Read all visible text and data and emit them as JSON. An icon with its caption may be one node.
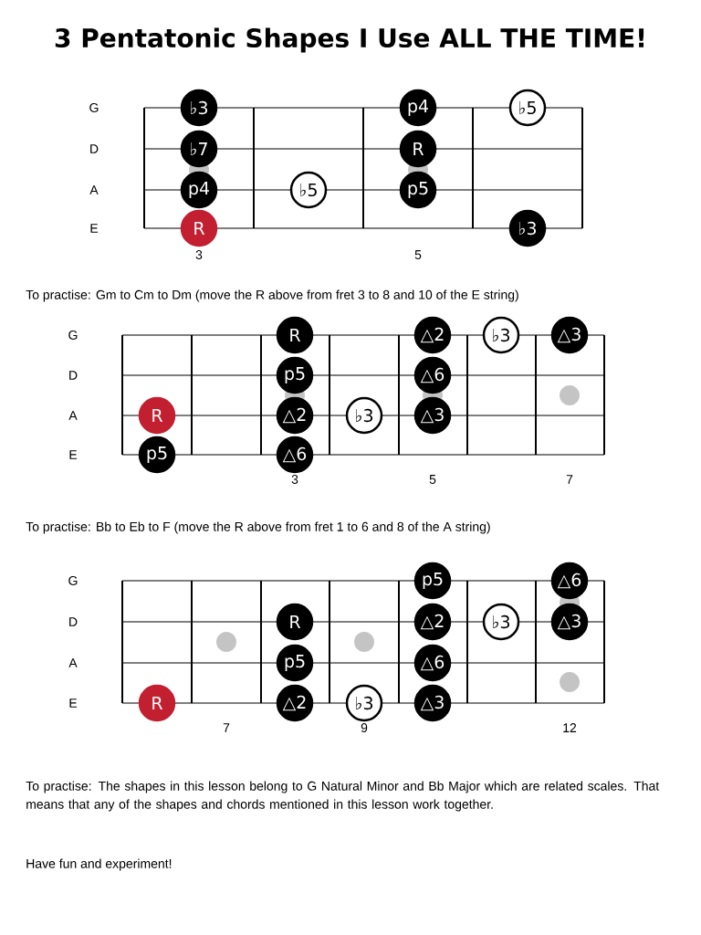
{
  "diagram": {
    "title": "3 Pentatonic Shapes I Use ALL THE TIME!",
    "nodes": [
      {
        "text": [
          "♭3"
        ]
      },
      {
        "text": [
          "p4"
        ]
      },
      {
        "text": [
          "♭5"
        ]
      },
      {
        "text": [
          "♭7"
        ]
      },
      {
        "text": [
          "R"
        ]
      },
      {
        "text": [
          "p4"
        ]
      },
      {
        "text": [
          "♭5"
        ]
      },
      {
        "text": [
          "p5"
        ]
      },
      {
        "text": [
          "R"
        ]
      },
      {
        "text": [
          "♭3"
        ]
      },
      {
        "text": [
          "R"
        ]
      },
      {
        "text": [
          "△2"
        ]
      },
      {
        "text": [
          "♭3"
        ]
      },
      {
        "text": [
          "△3"
        ]
      },
      {
        "text": [
          "p5"
        ]
      },
      {
        "text": [
          "△6"
        ]
      },
      {
        "text": [
          "R"
        ]
      },
      {
        "text": [
          "△2"
        ]
      },
      {
        "text": [
          "♭3"
        ]
      },
      {
        "text": [
          "△3"
        ]
      },
      {
        "text": [
          "p5"
        ]
      },
      {
        "text": [
          "△6"
        ]
      },
      {
        "text": [
          "p5"
        ]
      },
      {
        "text": [
          "△6"
        ]
      },
      {
        "text": [
          "R"
        ]
      },
      {
        "text": [
          "△2"
        ]
      },
      {
        "text": [
          "♭3"
        ]
      },
      {
        "text": [
          "△3"
        ]
      },
      {
        "text": [
          "p5"
        ]
      },
      {
        "text": [
          "△6"
        ]
      },
      {
        "text": [
          "R"
        ]
      },
      {
        "text": [
          "△2"
        ]
      },
      {
        "text": [
          "♭3"
        ]
      },
      {
        "text": [
          "△3"
        ]
      }
    ],
    "labels": [
      "G",
      "D",
      "A",
      "E",
      "3",
      "5",
      "To practise: Gm to Cm to Dm (move the R above from fret 3 to 8 and 10 of the E string)",
      "G",
      "D",
      "A",
      "E",
      "3",
      "5",
      "7",
      "To practise: Bb to Eb to F (move the R above from fret 1 to 6 and 8 of the A string)",
      "G",
      "D",
      "A",
      "E",
      "7",
      "9",
      "12",
      "To practise: The shapes in this lesson belong to G Natural Minor and Bb Major which are related scales. That means that any of the shapes and chords mentioned in this lesson work together.",
      "Have fun and experiment!"
    ]
  }
}
